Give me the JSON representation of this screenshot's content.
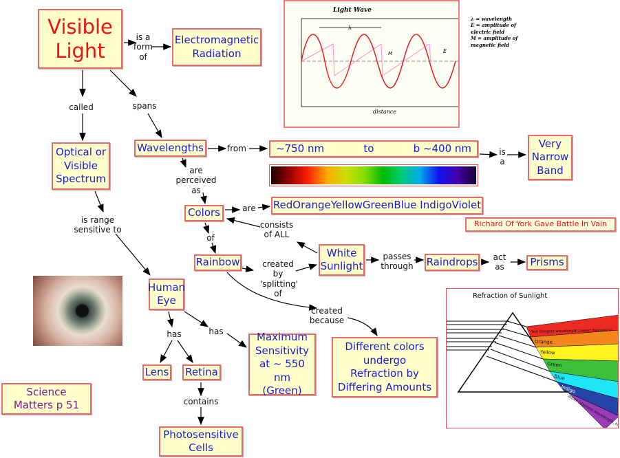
{
  "nodes": {
    "visible_light": "Visible Light",
    "em_radiation": "Electromagnetic Radiation",
    "optical_spectrum": "Optical or Visible Spectrum",
    "wavelengths": "Wavelengths",
    "range": {
      "from": "~750 nm",
      "to": "to",
      "end": "b  ~400 nm"
    },
    "very_narrow_band": "Very Narrow Band",
    "colors": "Colors",
    "color_list": "RedOrangeYellowGreenBlue IndigoViolet",
    "mnemonic": "Richard Of York Gave Battle In  Vain",
    "rainbow": "Rainbow",
    "white_sunlight": "White Sunlight",
    "raindrops": "Raindrops",
    "prisms": "Prisms",
    "human_eye": "Human Eye",
    "lens": "Lens",
    "retina": "Retina",
    "max_sensitivity": "Maximum Sensitivity at ~ 550 nm (Green)",
    "different_colors": "Different colors undergo Refraction  by  Differing Amounts",
    "photosensitive_cells": "Photosensitive Cells",
    "source": "Science Matters p 51"
  },
  "links": {
    "is_a_form_of": "is a form of",
    "called": "called",
    "spans": "spans",
    "from": "from",
    "is_a": "is a",
    "are_perceived_as": "are perceived as",
    "are": "are",
    "consists_of_all": "consists of ALL",
    "of": "of",
    "created_by_splitting_of": "created by 'splitting' of",
    "passes_through": "passes through",
    "act_as": "act as",
    "is_range_sensitive_to": "is range sensitive to",
    "created_because": "created because",
    "has_lens": "has",
    "has_max": "has",
    "contains": "contains"
  },
  "light_wave": {
    "title": "Light Wave",
    "legend": [
      "λ = wavelength",
      "E = amplitude of electric field",
      "M = amplitude of magnetic field"
    ],
    "lambda": "λ",
    "e": "E",
    "m": "M",
    "xlabel": "distance"
  },
  "refraction": {
    "title": "Refraction of Sunlight",
    "bands": [
      {
        "label": "Red (longest wavelength,lowest frequency)",
        "color": "#ee2a24"
      },
      {
        "label": "Orange",
        "color": "#f5861f"
      },
      {
        "label": "Yellow",
        "color": "#fff21e"
      },
      {
        "label": "Green",
        "color": "#3cc03c"
      },
      {
        "label": "Blue",
        "color": "#1fe6f7"
      },
      {
        "label": "Indigo",
        "color": "#2444a8"
      },
      {
        "label": "Violet (shortest wavelength, highest frequency)",
        "color": "#9a3cb8"
      }
    ]
  },
  "colors": {
    "node_fill": "#ffffcc",
    "node_border": "#e36b6b",
    "node_text": "#1a1ad0",
    "title_text": "#ee1111",
    "source_text": "#7a1a8a"
  }
}
